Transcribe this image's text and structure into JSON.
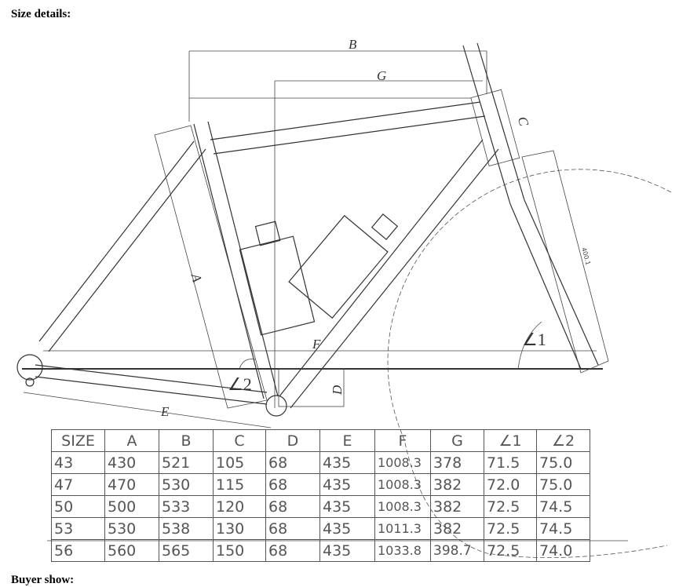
{
  "headings": {
    "size_details": "Size details:",
    "buyer_show": "Buyer show:"
  },
  "diagram_labels": {
    "A": "A",
    "B": "B",
    "C": "C",
    "D": "D",
    "E": "E",
    "F": "F",
    "G": "G",
    "angle1": "∠1",
    "angle2": "∠2",
    "fork_len": "400.1"
  },
  "table": {
    "headers": [
      "SIZE",
      "A",
      "B",
      "C",
      "D",
      "E",
      "F",
      "G",
      "∠1",
      "∠2"
    ],
    "rows": [
      [
        "43",
        "430",
        "521",
        "105",
        "68",
        "435",
        "1008.3",
        "378",
        "71.5",
        "75.0"
      ],
      [
        "47",
        "470",
        "530",
        "115",
        "68",
        "435",
        "1008.3",
        "382",
        "72.0",
        "75.0"
      ],
      [
        "50",
        "500",
        "533",
        "120",
        "68",
        "435",
        "1008.3",
        "382",
        "72.5",
        "74.5"
      ],
      [
        "53",
        "530",
        "538",
        "130",
        "68",
        "435",
        "1011.3",
        "382",
        "72.5",
        "74.5"
      ],
      [
        "56",
        "560",
        "565",
        "150",
        "68",
        "435",
        "1033.8",
        "398.7",
        "72.5",
        "74.0"
      ]
    ]
  }
}
